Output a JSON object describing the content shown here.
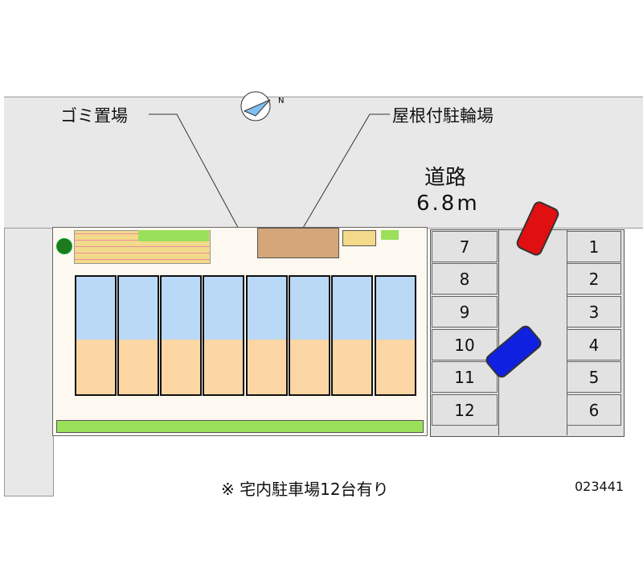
{
  "labels": {
    "garbage": "ゴミ置場",
    "bike_parking": "屋根付駐輪場",
    "road": "道路",
    "road_width": "6.8m"
  },
  "parking": {
    "left": [
      "7",
      "8",
      "9",
      "10",
      "11",
      "12"
    ],
    "right": [
      "1",
      "2",
      "3",
      "4",
      "5",
      "6"
    ]
  },
  "compass": {
    "north": "N"
  },
  "footer": {
    "note": "※ 宅内駐車場12台有り",
    "code": "023441"
  },
  "colors": {
    "road": "#e8e8e8",
    "unit_blue": "#b9d9f7",
    "unit_orange": "#fcd6a4",
    "car_red": "#e01010",
    "car_blue": "#1020e0"
  }
}
